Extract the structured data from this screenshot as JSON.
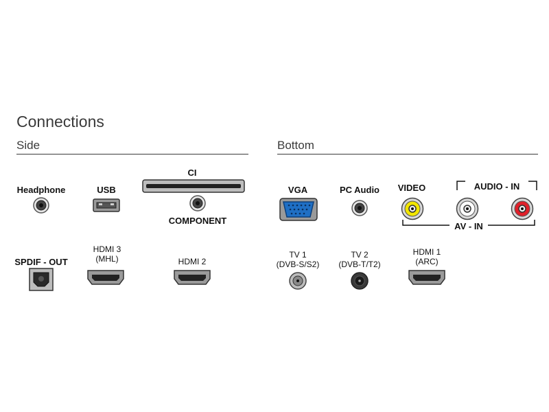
{
  "title": "Connections",
  "sections": {
    "side": "Side",
    "bottom": "Bottom"
  },
  "side_ports": {
    "headphone": "Headphone",
    "usb": "USB",
    "ci": "CI",
    "component": "COMPONENT",
    "spdif": "SPDIF - OUT",
    "hdmi3_line1": "HDMI 3",
    "hdmi3_line2": "(MHL)",
    "hdmi2": "HDMI 2"
  },
  "bottom_ports": {
    "vga": "VGA",
    "pc_audio": "PC Audio",
    "video": "VIDEO",
    "audio_in": "AUDIO - IN",
    "av_in": "AV - IN",
    "tv1_line1": "TV 1",
    "tv1_line2": "(DVB-S/S2)",
    "tv2_line1": "TV 2",
    "tv2_line2": "(DVB-T/T2)",
    "hdmi1_line1": "HDMI 1",
    "hdmi1_line2": "(ARC)"
  },
  "colors": {
    "video_jack": "#f2e600",
    "audio_left_jack": "#ffffff",
    "audio_right_jack": "#e0202a",
    "vga_port": "#1f6fc4"
  },
  "icons": {
    "headphone": "audio-jack-icon",
    "usb": "usb-port-icon",
    "ci": "ci-slot-icon",
    "component": "audio-jack-icon",
    "spdif": "optical-port-icon",
    "hdmi": "hdmi-port-icon",
    "vga": "vga-port-icon",
    "rca": "rca-jack-icon",
    "coax": "coax-port-icon"
  }
}
